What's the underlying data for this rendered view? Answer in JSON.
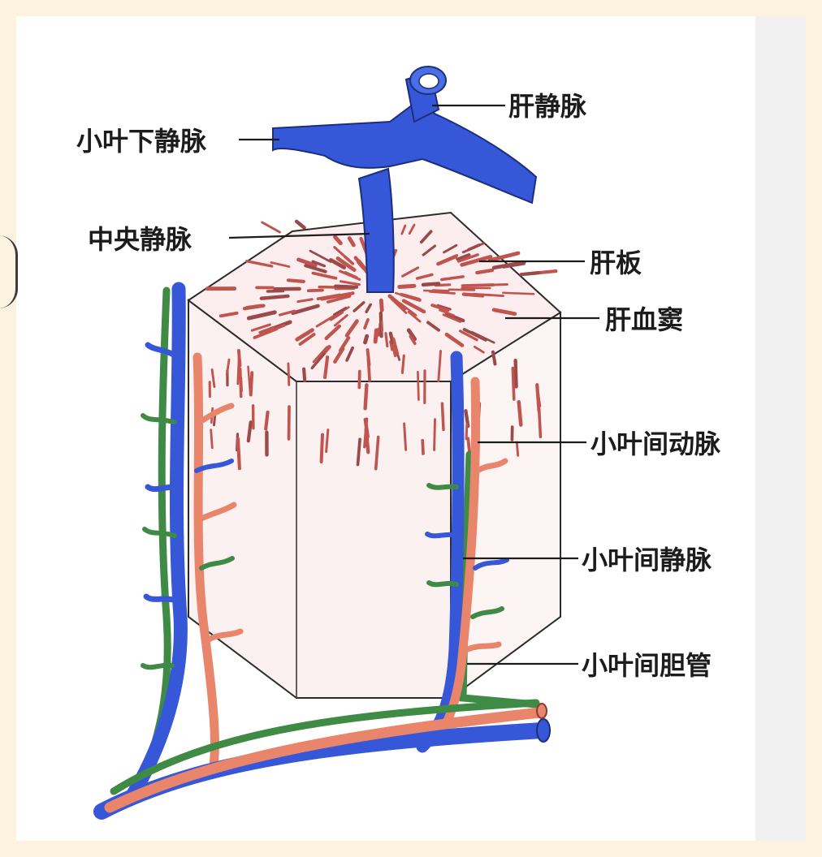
{
  "labels": {
    "hepatic_vein": "肝静脉",
    "sublobular_vein": "小叶下静脉",
    "central_vein": "中央静脉",
    "hepatic_plate": "肝板",
    "hepatic_sinusoid": "肝血窦",
    "interlobular_artery": "小叶间动脉",
    "interlobular_vein": "小叶间静脉",
    "interlobular_bile_duct": "小叶间胆管"
  },
  "colors": {
    "vein": "#3557d8",
    "artery": "#e8856a",
    "bile_duct": "#3f8a45",
    "plate": "#9a4a4a",
    "lobule_fill": "#fbf1f1",
    "outline": "#2b2b2b"
  }
}
